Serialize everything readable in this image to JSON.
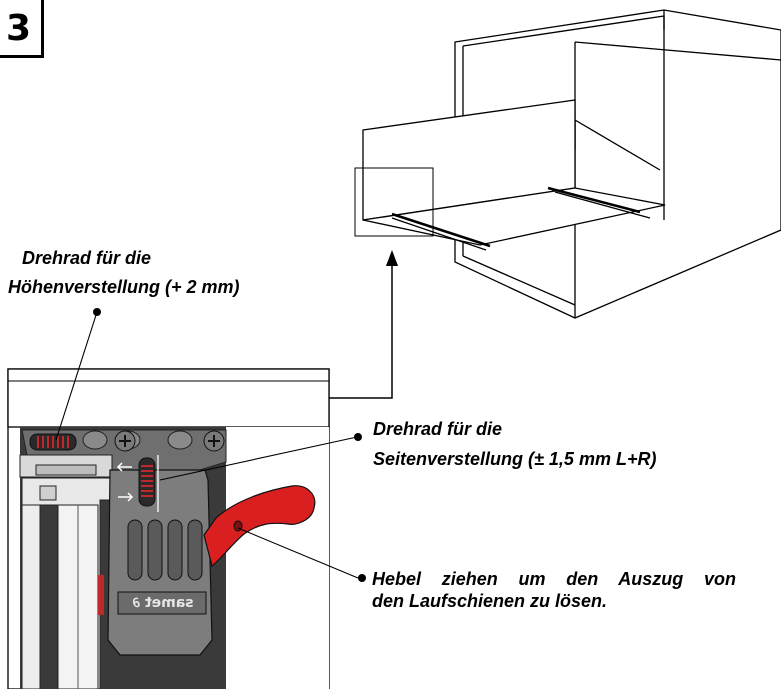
{
  "step": {
    "number": "3"
  },
  "labels": {
    "height_wheel_line1": "Drehrad für die",
    "height_wheel_line2": "Höhenverstellung (+ 2 mm)",
    "side_wheel_line1": "Drehrad für die",
    "side_wheel_line2": "Seitenverstellung (± 1,5 mm L+R)",
    "lever_line1": "Hebel ziehen um den Auszug von",
    "lever_line2": "den Laufschienen zu lösen."
  },
  "device": {
    "brand_logo": "samet"
  },
  "colors": {
    "lever": "#d91f1f",
    "coupling_body": "#7d7d7d",
    "wheel_red": "#c0282b"
  }
}
